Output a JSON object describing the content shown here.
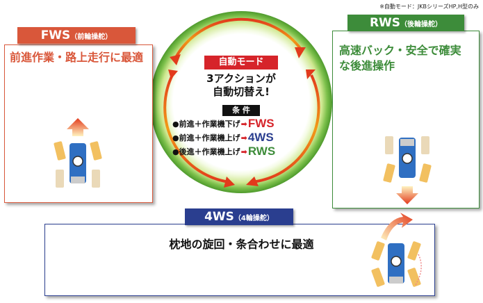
{
  "note": "※自動モード：JKBシリーズHP,H型のみ",
  "fws": {
    "title": "FWS",
    "subtitle": "（前輪操舵）",
    "description": "前進作業・路上走行に最適"
  },
  "rws": {
    "title": "RWS",
    "subtitle": "（後輪操舵）",
    "description": "高速バック・安全で確実な後進操作"
  },
  "ws4": {
    "title": "4WS",
    "subtitle": "（4輪操舵）",
    "description": "枕地の旋回・条合わせに最適"
  },
  "auto_mode": {
    "badge": "自動モード",
    "headline_line1": "3アクションが",
    "headline_line2": "自動切替え!",
    "conditions_label": "条 件",
    "conditions": [
      {
        "bullet": "●",
        "text": "前進＋作業機下げ",
        "mode": "FWS"
      },
      {
        "bullet": "●",
        "text": "前進＋作業機上げ",
        "mode": "4WS"
      },
      {
        "bullet": "●",
        "text": "後進＋作業機上げ",
        "mode": "RWS"
      }
    ]
  },
  "colors": {
    "fws": "#d9573a",
    "rws": "#3d8c3a",
    "ws4": "#2a3e8f",
    "auto_badge": "#d6242a"
  }
}
